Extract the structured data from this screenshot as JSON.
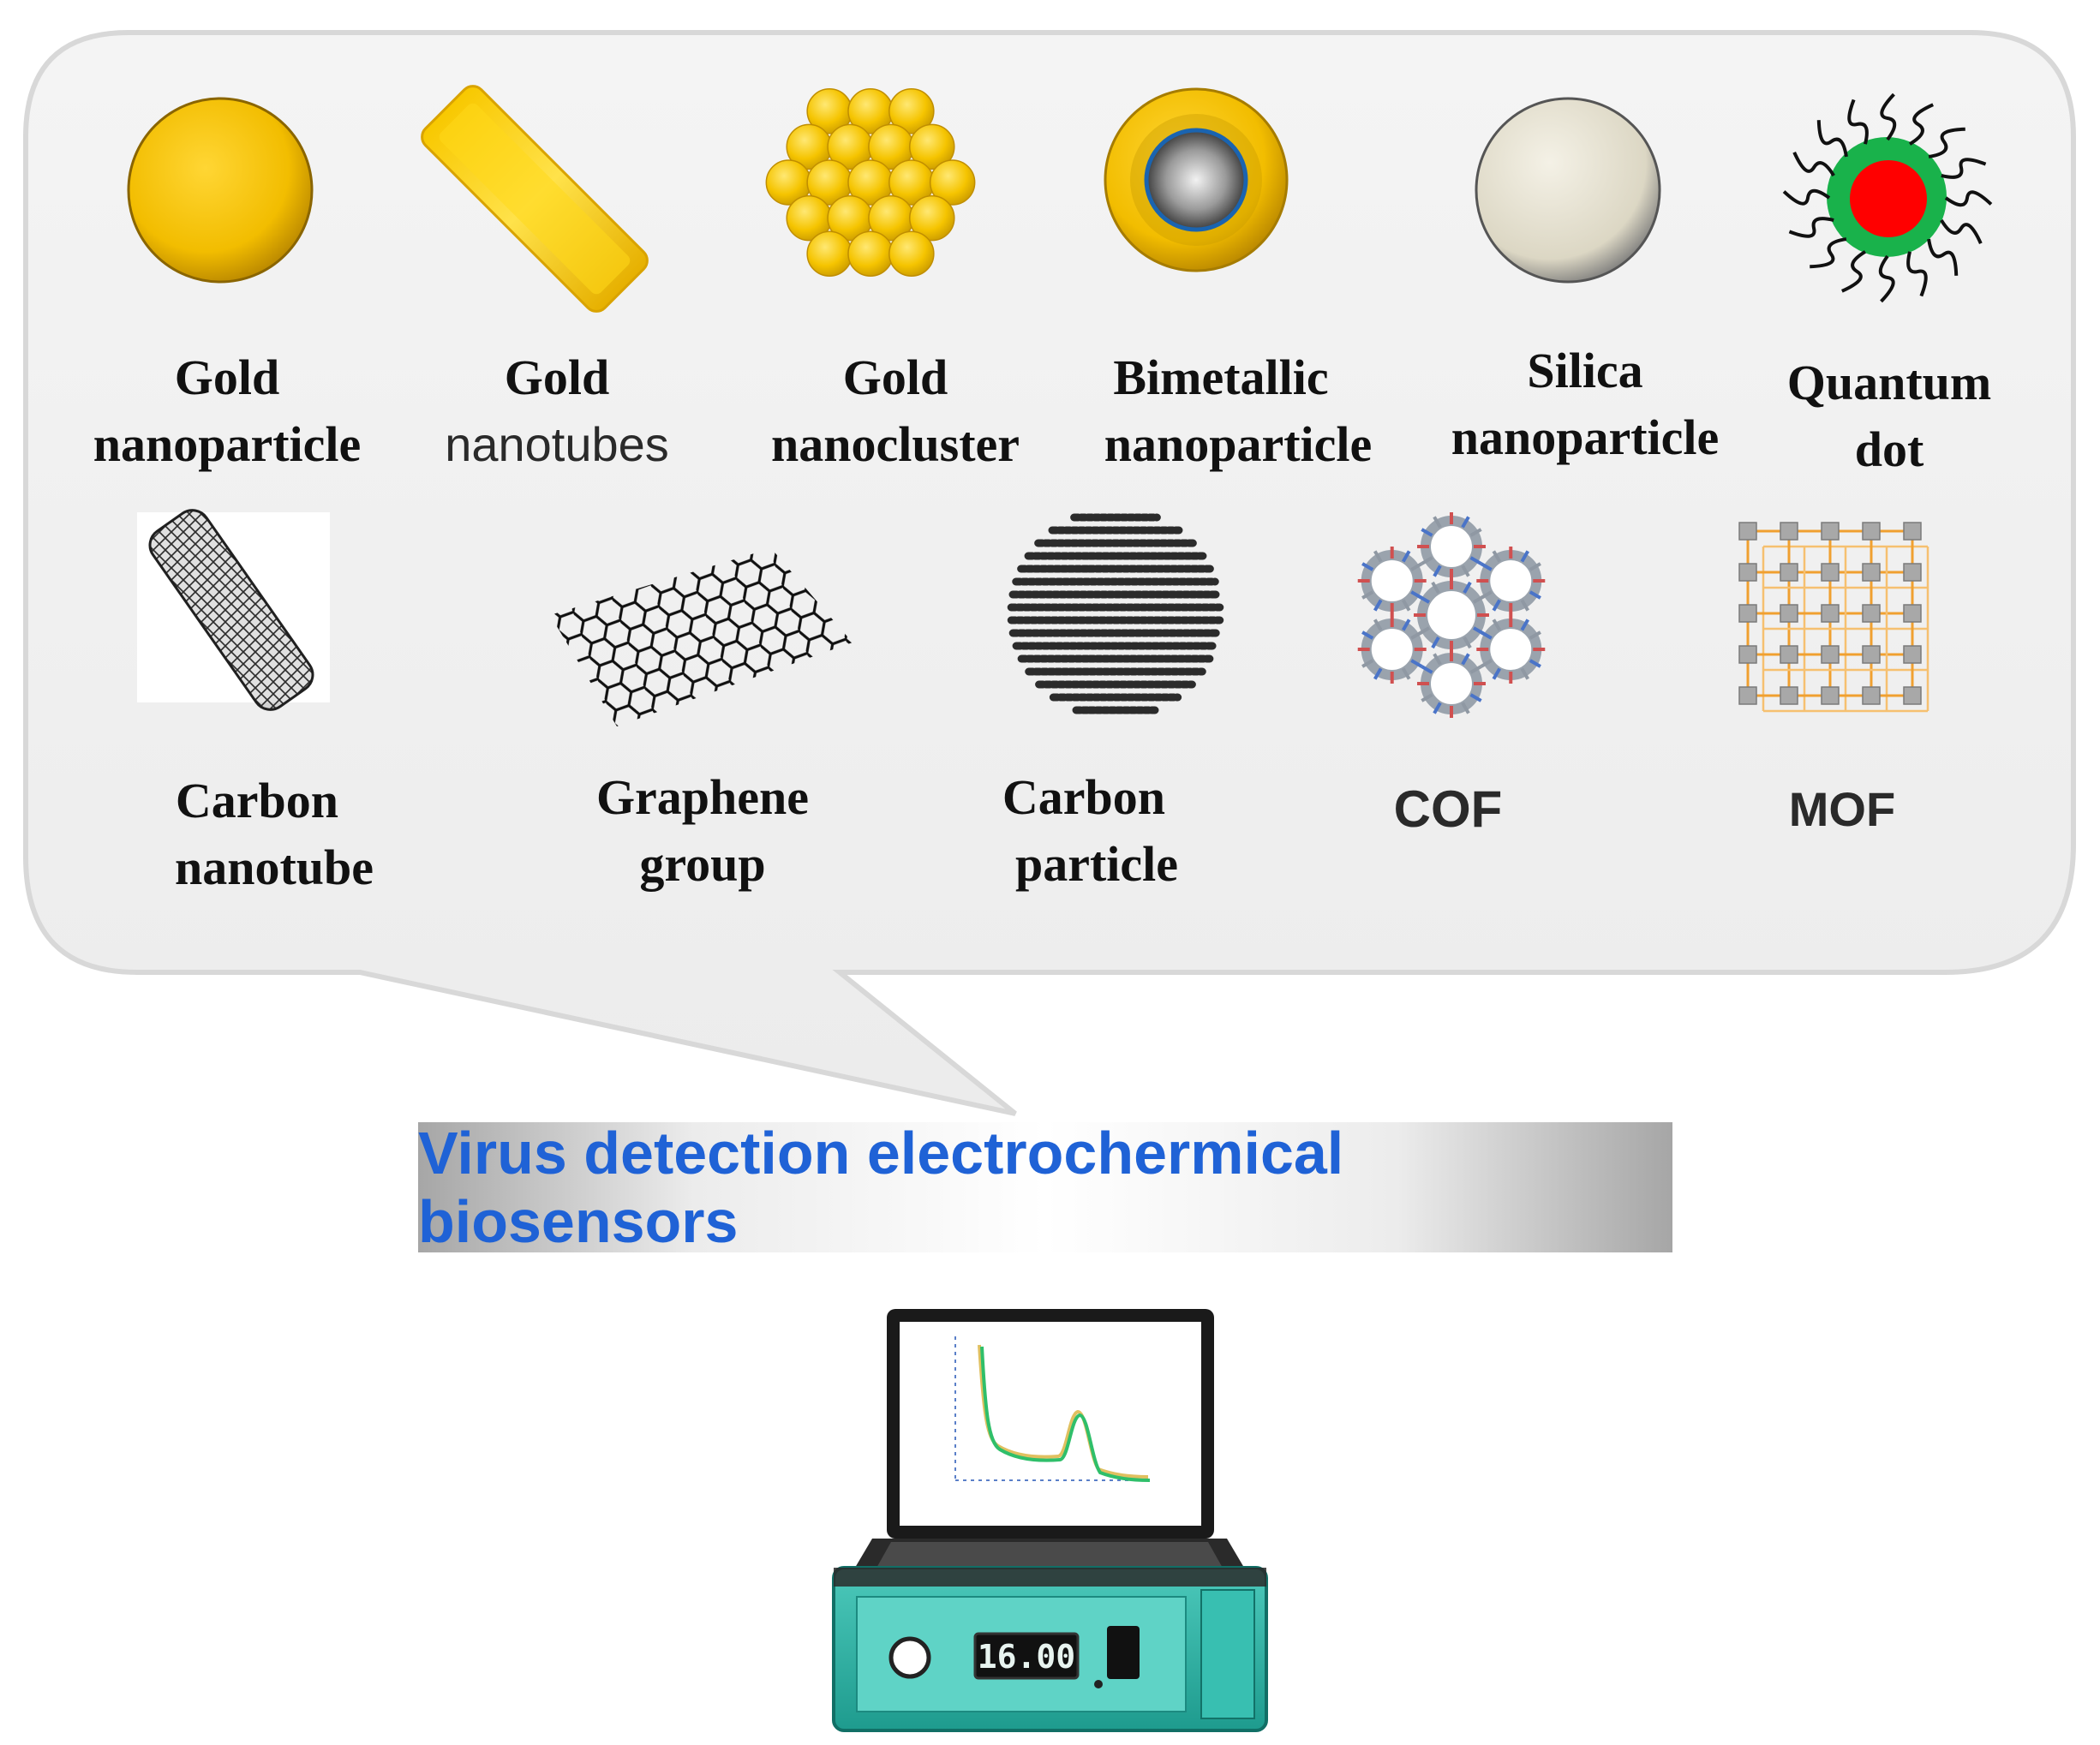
{
  "nanomaterials": {
    "row1": [
      {
        "id": "gold-nanoparticle",
        "lines": [
          "Gold",
          "nanoparticle"
        ]
      },
      {
        "id": "gold-nanotubes",
        "lines": [
          "Gold",
          "nanotubes"
        ]
      },
      {
        "id": "gold-nanocluster",
        "lines": [
          "Gold",
          "nanocluster"
        ]
      },
      {
        "id": "bimetallic-nanoparticle",
        "lines": [
          "Bimetallic",
          "nanoparticle"
        ]
      },
      {
        "id": "silica-nanoparticle",
        "lines": [
          "Silica",
          "nanoparticle"
        ]
      },
      {
        "id": "quantum-dot",
        "lines": [
          "Quantum",
          "dot"
        ]
      }
    ],
    "row2": [
      {
        "id": "carbon-nanotube",
        "lines": [
          "Carbon",
          "nanotube"
        ]
      },
      {
        "id": "graphene-group",
        "lines": [
          "Graphene",
          "group"
        ]
      },
      {
        "id": "carbon-particle",
        "lines": [
          "Carbon",
          "particle"
        ]
      },
      {
        "id": "cof",
        "lines": [
          "COF"
        ]
      },
      {
        "id": "mof",
        "lines": [
          "MOF"
        ]
      }
    ]
  },
  "banner": {
    "title": "Virus detection electrochermical biosensors"
  },
  "device": {
    "display_value": "16.00"
  },
  "colors": {
    "banner_text": "#1f62d6",
    "gold": "#f2c200",
    "quantum_core": "#ff0000",
    "quantum_shell": "#19b24b",
    "device_body": "#2fb7a8"
  }
}
